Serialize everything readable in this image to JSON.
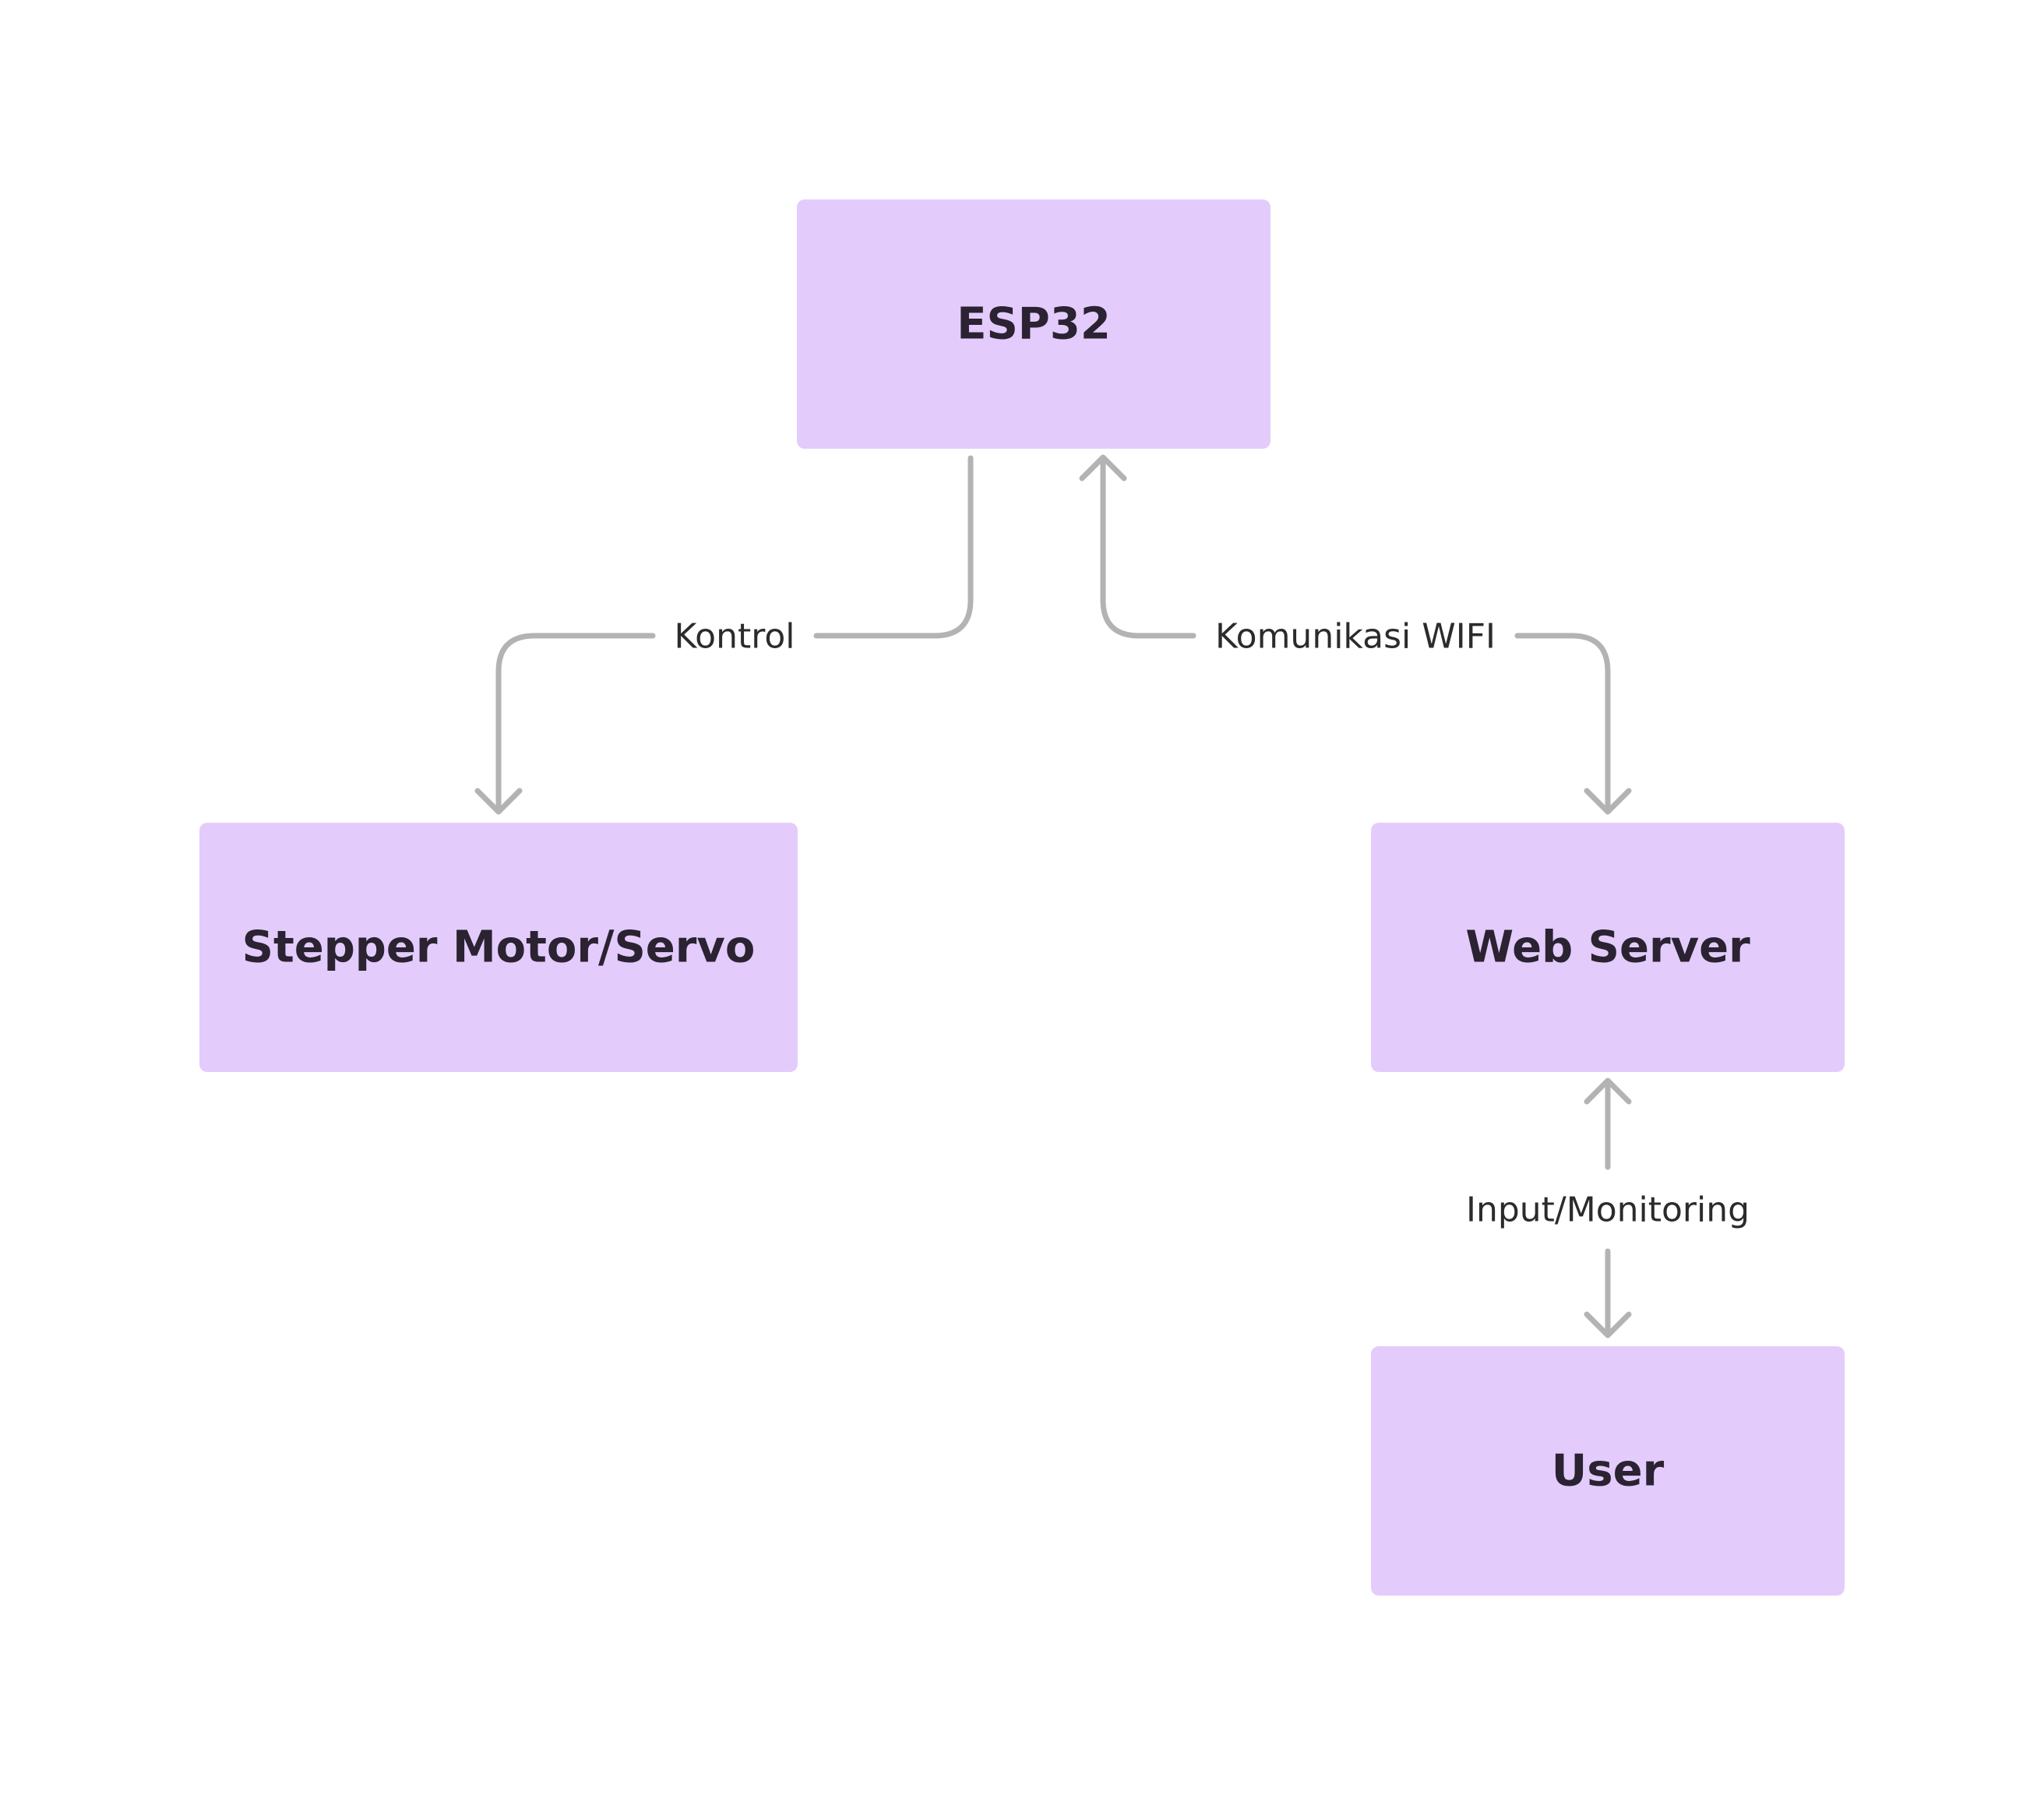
{
  "nodes": {
    "esp32": "ESP32",
    "stepper": "Stepper Motor/Servo",
    "webserver": "Web Server",
    "user": "User"
  },
  "edges": {
    "kontrol": "Kontrol",
    "wifi": "Komunikasi WIFI",
    "input": "Input/Monitoring"
  },
  "colors": {
    "node_fill": "#e3ccfc",
    "node_text": "#2b2232",
    "edge_stroke": "#b3b3b3",
    "edge_text": "#2b2b2b",
    "background": "#ffffff"
  }
}
